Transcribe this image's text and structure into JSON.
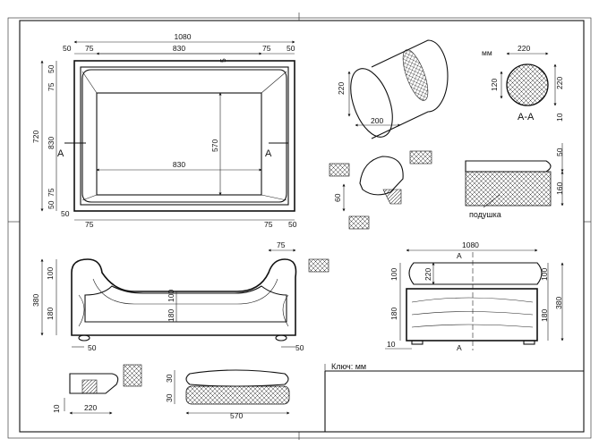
{
  "title_block": {
    "units_label": "Ключ: мм"
  },
  "top_view": {
    "overall_width": "1080",
    "inner_width": "830",
    "frame_left": "50",
    "frame_right": "50",
    "rail_left": "75",
    "rail_right": "75",
    "gap_top": "5",
    "height_total": "720",
    "left_top_50": "50",
    "left_top_75": "75",
    "left_inner_830": "830",
    "left_bot_75": "75",
    "left_bot_50": "50",
    "inner_height": "570",
    "inner_width_mid": "830",
    "bottom_left_50": "50",
    "bottom_left_75": "75",
    "bottom_right_75": "75",
    "bottom_right_50": "50",
    "section_marker_left": "A",
    "section_marker_right": "A"
  },
  "cylinder": {
    "diameter": "220",
    "length": "200"
  },
  "section_aa": {
    "units": "мм",
    "width": "220",
    "inner_height": "120",
    "outer_height": "220",
    "base": "10",
    "caption": "А-А"
  },
  "joint_detail": {
    "height": "60"
  },
  "cushion_detail": {
    "top": "50",
    "body": "160",
    "label": "подушка"
  },
  "front_view": {
    "top_offset": "75",
    "height_total": "380",
    "upper": "100",
    "lower": "180",
    "inner_upper": "100",
    "inner_lower": "180",
    "left_foot": "50",
    "right_foot": "50"
  },
  "side_view": {
    "overall_width": "1080",
    "cushion_h": "220",
    "left_upper": "100",
    "left_lower": "180",
    "right_upper": "100",
    "right_lower": "180",
    "right_total": "380",
    "foot": "10",
    "marker_top": "А",
    "marker_bottom": "А"
  },
  "foot_detail": {
    "height": "10",
    "width": "220"
  },
  "mattress_detail": {
    "thick_top": "30",
    "thick_bot": "30",
    "length": "570"
  }
}
